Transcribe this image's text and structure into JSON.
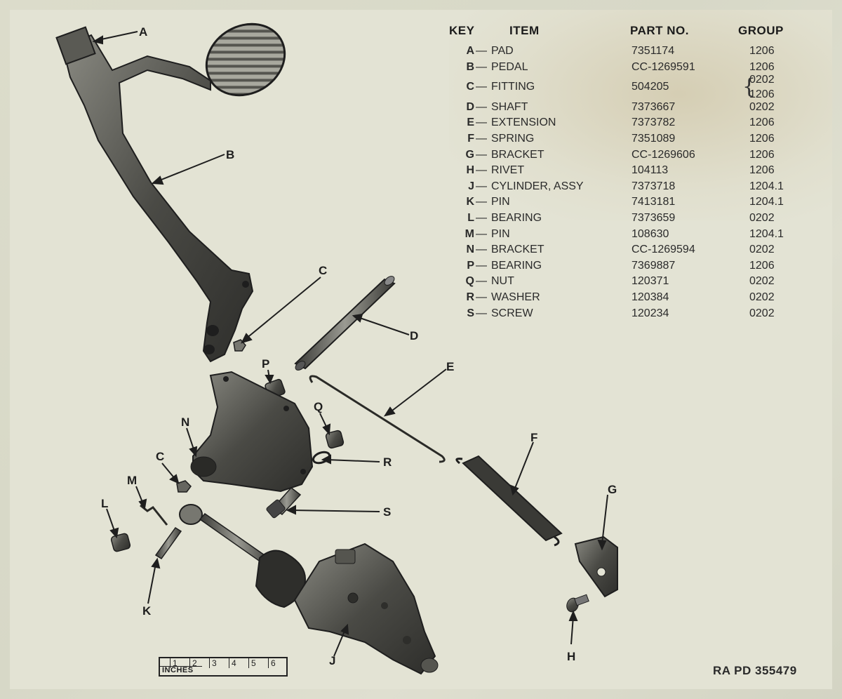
{
  "table": {
    "headers": {
      "key": "KEY",
      "item": "ITEM",
      "part_no": "PART NO.",
      "group": "GROUP"
    },
    "rows": [
      {
        "key": "A",
        "item": "PAD",
        "part_no": "7351174",
        "group": "1206"
      },
      {
        "key": "B",
        "item": "PEDAL",
        "part_no": "CC-1269591",
        "group": "1206"
      },
      {
        "key": "C",
        "item": "FITTING",
        "part_no": "504205",
        "group": "0202",
        "group2": "1206"
      },
      {
        "key": "D",
        "item": "SHAFT",
        "part_no": "7373667",
        "group": "0202"
      },
      {
        "key": "E",
        "item": "EXTENSION",
        "part_no": "7373782",
        "group": "1206"
      },
      {
        "key": "F",
        "item": "SPRING",
        "part_no": "7351089",
        "group": "1206"
      },
      {
        "key": "G",
        "item": "BRACKET",
        "part_no": "CC-1269606",
        "group": "1206"
      },
      {
        "key": "H",
        "item": "RIVET",
        "part_no": "104113",
        "group": "1206"
      },
      {
        "key": "J",
        "item": "CYLINDER, ASSY",
        "part_no": "7373718",
        "group": "1204.1"
      },
      {
        "key": "K",
        "item": "PIN",
        "part_no": "7413181",
        "group": "1204.1"
      },
      {
        "key": "L",
        "item": "BEARING",
        "part_no": "7373659",
        "group": "0202"
      },
      {
        "key": "M",
        "item": "PIN",
        "part_no": "108630",
        "group": "1204.1"
      },
      {
        "key": "N",
        "item": "BRACKET",
        "part_no": "CC-1269594",
        "group": "0202"
      },
      {
        "key": "P",
        "item": "BEARING",
        "part_no": "7369887",
        "group": "1206"
      },
      {
        "key": "Q",
        "item": "NUT",
        "part_no": "120371",
        "group": "0202"
      },
      {
        "key": "R",
        "item": "WASHER",
        "part_no": "120384",
        "group": "0202"
      },
      {
        "key": "S",
        "item": "SCREW",
        "part_no": "120234",
        "group": "0202"
      }
    ]
  },
  "callouts": {
    "A": "A",
    "B": "B",
    "C1": "C",
    "C2": "C",
    "D": "D",
    "E": "E",
    "F": "F",
    "G": "G",
    "H": "H",
    "J": "J",
    "K": "K",
    "L": "L",
    "M": "M",
    "N": "N",
    "P": "P",
    "Q": "Q",
    "R": "R",
    "S": "S"
  },
  "ruler": {
    "label": "INCHES",
    "marks": [
      "1",
      "2",
      "3",
      "4",
      "5",
      "6"
    ]
  },
  "reference": "RA PD 355479",
  "colors": {
    "paper": "#e3e3d4",
    "ink": "#1e1e1e",
    "metal_dark": "#3a3a36",
    "metal_mid": "#6b6b64"
  }
}
